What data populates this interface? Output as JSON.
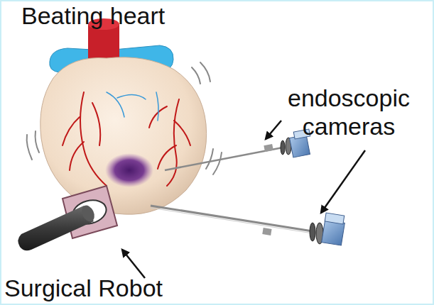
{
  "diagram": {
    "labels": [
      "Beating heart",
      "endoscopic cameras",
      "Surgical Robot"
    ]
  }
}
